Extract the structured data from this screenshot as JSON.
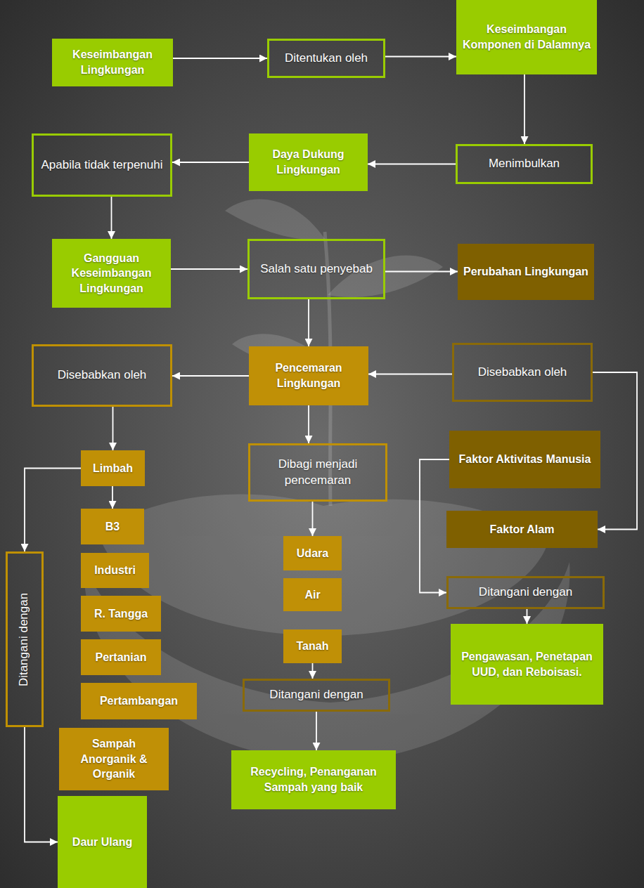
{
  "diagram": {
    "nodes": [
      {
        "text": [
          "Keseimbangan Lingkungan"
        ]
      },
      {
        "text": [
          "Ditentukan oleh"
        ]
      },
      {
        "text": [
          "Keseimbangan Komponen di Dalamnya"
        ]
      },
      {
        "text": [
          "Apabila tidak terpenuhi"
        ]
      },
      {
        "text": [
          "Daya Dukung Lingkungan"
        ]
      },
      {
        "text": [
          "Menimbulkan"
        ]
      },
      {
        "text": [
          "Gangguan Keseimbangan Lingkungan"
        ]
      },
      {
        "text": [
          "Salah satu penyebab"
        ]
      },
      {
        "text": [
          "Perubahan Lingkungan"
        ]
      },
      {
        "text": [
          "Disebabkan oleh"
        ]
      },
      {
        "text": [
          "Pencemaran Lingkungan"
        ]
      },
      {
        "text": [
          "Disebabkan oleh"
        ]
      },
      {
        "text": [
          "Limbah"
        ]
      },
      {
        "text": [
          "Dibagi menjadi pencemaran"
        ]
      },
      {
        "text": [
          "Faktor Aktivitas Manusia"
        ]
      },
      {
        "text": [
          "B3"
        ]
      },
      {
        "text": [
          "Faktor Alam"
        ]
      },
      {
        "text": [
          "Udara"
        ]
      },
      {
        "text": [
          "Ditangani dengan"
        ]
      },
      {
        "text": [
          "Industri"
        ]
      },
      {
        "text": [
          "Ditangani dengan"
        ]
      },
      {
        "text": [
          "Air"
        ]
      },
      {
        "text": [
          "R. Tangga"
        ]
      },
      {
        "text": [
          "Pengawasan, Penetapan UUD, dan Reboisasi."
        ]
      },
      {
        "text": [
          "Tanah"
        ]
      },
      {
        "text": [
          "Pertanian"
        ]
      },
      {
        "text": [
          "Ditangani dengan"
        ]
      },
      {
        "text": [
          "Pertambangan"
        ]
      },
      {
        "text": [
          "Sampah Anorganik & Organik"
        ]
      },
      {
        "text": [
          "Recycling, Penanganan Sampah yang baik"
        ]
      },
      {
        "text": [
          "Daur Ulang"
        ]
      }
    ],
    "edges": [
      {
        "from": 0,
        "to": 1,
        "arrow": "to"
      },
      {
        "from": 1,
        "to": 2,
        "arrow": "to"
      },
      {
        "from": 2,
        "to": 5,
        "arrow": "to"
      },
      {
        "from": 5,
        "to": 4,
        "arrow": "to"
      },
      {
        "from": 4,
        "to": 3,
        "arrow": "to"
      },
      {
        "from": 3,
        "to": 6,
        "arrow": "to"
      },
      {
        "from": 6,
        "to": 7,
        "arrow": "to"
      },
      {
        "from": 7,
        "to": 8,
        "arrow": "to"
      },
      {
        "from": 7,
        "to": 10,
        "arrow": "to"
      },
      {
        "from": 10,
        "to": 9,
        "arrow": "to"
      },
      {
        "from": 11,
        "to": 10,
        "arrow": "to"
      },
      {
        "from": 11,
        "to": 16,
        "arrow": "to"
      },
      {
        "from": 9,
        "to": 12,
        "arrow": "to"
      },
      {
        "from": 12,
        "to": 15,
        "arrow": "to"
      },
      {
        "from": 12,
        "to": 18,
        "arrow": "to"
      },
      {
        "from": 18,
        "to": 30,
        "arrow": "to"
      },
      {
        "from": 10,
        "to": 13,
        "arrow": "to"
      },
      {
        "from": 13,
        "to": 17,
        "arrow": "to"
      },
      {
        "from": 24,
        "to": 26,
        "arrow": "to"
      },
      {
        "from": 26,
        "to": 29,
        "arrow": "to"
      },
      {
        "from": 14,
        "to": 20,
        "arrow": "to"
      },
      {
        "from": 20,
        "to": 23,
        "arrow": "to"
      }
    ]
  }
}
